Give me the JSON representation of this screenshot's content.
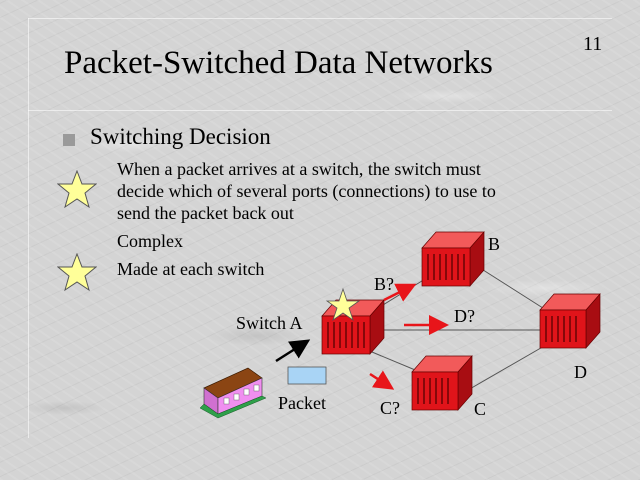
{
  "slide": {
    "number": "11",
    "title": "Packet-Switched Data Networks",
    "bullet": "Switching Decision",
    "points": [
      "When a packet arrives at a switch, the switch must",
      "decide which of several ports (connections) to use to",
      "send the packet back out",
      "Complex",
      "Made at each switch"
    ]
  },
  "diagram": {
    "switch_a": "Switch A",
    "switch_b": "B",
    "switch_c": "C",
    "switch_d": "D",
    "route_b": "B?",
    "route_c": "C?",
    "route_d": "D?",
    "packet": "Packet"
  },
  "colors": {
    "switch_red": "#e0141a",
    "arrow_red": "#e8151a",
    "packet_blue": "#a9d4f5",
    "star_yellow": "#ffff99",
    "house_pink": "#f08ff0"
  }
}
